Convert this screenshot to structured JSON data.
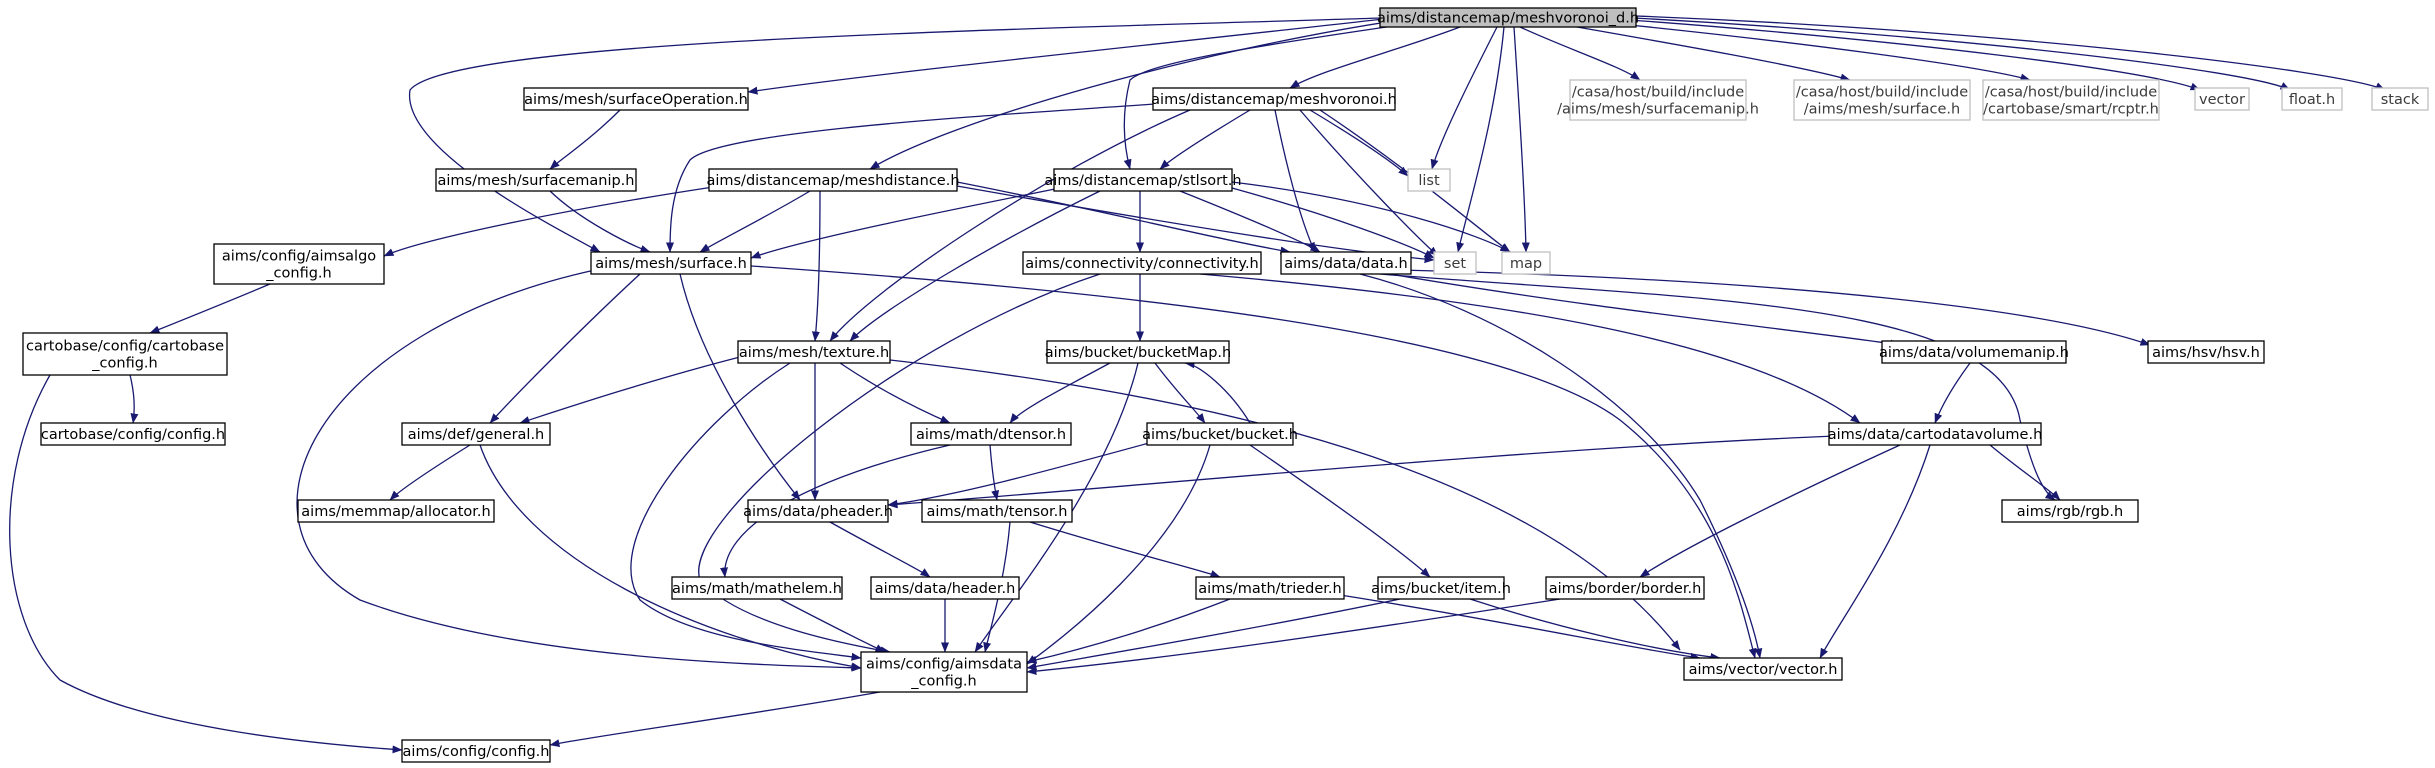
{
  "diagram": {
    "colors": {
      "edge": "#191970",
      "node_border": "#000000",
      "system_border": "#bfbfbf",
      "root_fill": "#bfbfbf",
      "node_fill": "#ffffff"
    },
    "nodes": [
      {
        "id": "root",
        "kind": "root",
        "lines": [
          "aims/distancemap/meshvoronoi_d.h"
        ]
      },
      {
        "id": "surfop",
        "kind": "file",
        "lines": [
          "aims/mesh/surfaceOperation.h"
        ]
      },
      {
        "id": "meshvoronoi",
        "kind": "file",
        "lines": [
          "aims/distancemap/meshvoronoi.h"
        ]
      },
      {
        "id": "sys_surfmanip",
        "kind": "system",
        "lines": [
          "/casa/host/build/include",
          "/aims/mesh/surfacemanip.h"
        ]
      },
      {
        "id": "sys_surface",
        "kind": "system",
        "lines": [
          "/casa/host/build/include",
          "/aims/mesh/surface.h"
        ]
      },
      {
        "id": "sys_rcptr",
        "kind": "system",
        "lines": [
          "/casa/host/build/include",
          "/cartobase/smart/rcptr.h"
        ]
      },
      {
        "id": "vector",
        "kind": "system",
        "lines": [
          "vector"
        ]
      },
      {
        "id": "floath",
        "kind": "system",
        "lines": [
          "float.h"
        ]
      },
      {
        "id": "stack",
        "kind": "system",
        "lines": [
          "stack"
        ]
      },
      {
        "id": "list",
        "kind": "system",
        "lines": [
          "list"
        ]
      },
      {
        "id": "surfmanip",
        "kind": "file",
        "lines": [
          "aims/mesh/surfacemanip.h"
        ]
      },
      {
        "id": "meshdist",
        "kind": "file",
        "lines": [
          "aims/distancemap/meshdistance.h"
        ]
      },
      {
        "id": "stlsort",
        "kind": "file",
        "lines": [
          "aims/distancemap/stlsort.h"
        ]
      },
      {
        "id": "set",
        "kind": "system",
        "lines": [
          "set"
        ]
      },
      {
        "id": "map",
        "kind": "system",
        "lines": [
          "map"
        ]
      },
      {
        "id": "aimsalgo",
        "kind": "file",
        "lines": [
          "aims/config/aimsalgo",
          "_config.h"
        ]
      },
      {
        "id": "surface",
        "kind": "file",
        "lines": [
          "aims/mesh/surface.h"
        ]
      },
      {
        "id": "connectivity",
        "kind": "file",
        "lines": [
          "aims/connectivity/connectivity.h"
        ]
      },
      {
        "id": "data",
        "kind": "file",
        "lines": [
          "aims/data/data.h"
        ]
      },
      {
        "id": "cartobase",
        "kind": "file",
        "lines": [
          "cartobase/config/cartobase",
          "_config.h"
        ]
      },
      {
        "id": "texture",
        "kind": "file",
        "lines": [
          "aims/mesh/texture.h"
        ]
      },
      {
        "id": "bucketmap",
        "kind": "file",
        "lines": [
          "aims/bucket/bucketMap.h"
        ]
      },
      {
        "id": "volumemanip",
        "kind": "file",
        "lines": [
          "aims/data/volumemanip.h"
        ]
      },
      {
        "id": "hsv",
        "kind": "file",
        "lines": [
          "aims/hsv/hsv.h"
        ]
      },
      {
        "id": "cbconfig",
        "kind": "file",
        "lines": [
          "cartobase/config/config.h"
        ]
      },
      {
        "id": "general",
        "kind": "file",
        "lines": [
          "aims/def/general.h"
        ]
      },
      {
        "id": "dtensor",
        "kind": "file",
        "lines": [
          "aims/math/dtensor.h"
        ]
      },
      {
        "id": "bucket",
        "kind": "file",
        "lines": [
          "aims/bucket/bucket.h"
        ]
      },
      {
        "id": "cartodata",
        "kind": "file",
        "lines": [
          "aims/data/cartodatavolume.h"
        ]
      },
      {
        "id": "allocator",
        "kind": "file",
        "lines": [
          "aims/memmap/allocator.h"
        ]
      },
      {
        "id": "pheader",
        "kind": "file",
        "lines": [
          "aims/data/pheader.h"
        ]
      },
      {
        "id": "tensor",
        "kind": "file",
        "lines": [
          "aims/math/tensor.h"
        ]
      },
      {
        "id": "rgb",
        "kind": "file",
        "lines": [
          "aims/rgb/rgb.h"
        ]
      },
      {
        "id": "mathelem",
        "kind": "file",
        "lines": [
          "aims/math/mathelem.h"
        ]
      },
      {
        "id": "header",
        "kind": "file",
        "lines": [
          "aims/data/header.h"
        ]
      },
      {
        "id": "trieder",
        "kind": "file",
        "lines": [
          "aims/math/trieder.h"
        ]
      },
      {
        "id": "item",
        "kind": "file",
        "lines": [
          "aims/bucket/item.h"
        ]
      },
      {
        "id": "border",
        "kind": "file",
        "lines": [
          "aims/border/border.h"
        ]
      },
      {
        "id": "aimsdata",
        "kind": "file",
        "lines": [
          "aims/config/aimsdata",
          "_config.h"
        ]
      },
      {
        "id": "vecvec",
        "kind": "file",
        "lines": [
          "aims/vector/vector.h"
        ]
      },
      {
        "id": "config",
        "kind": "file",
        "lines": [
          "aims/config/config.h"
        ]
      }
    ]
  }
}
